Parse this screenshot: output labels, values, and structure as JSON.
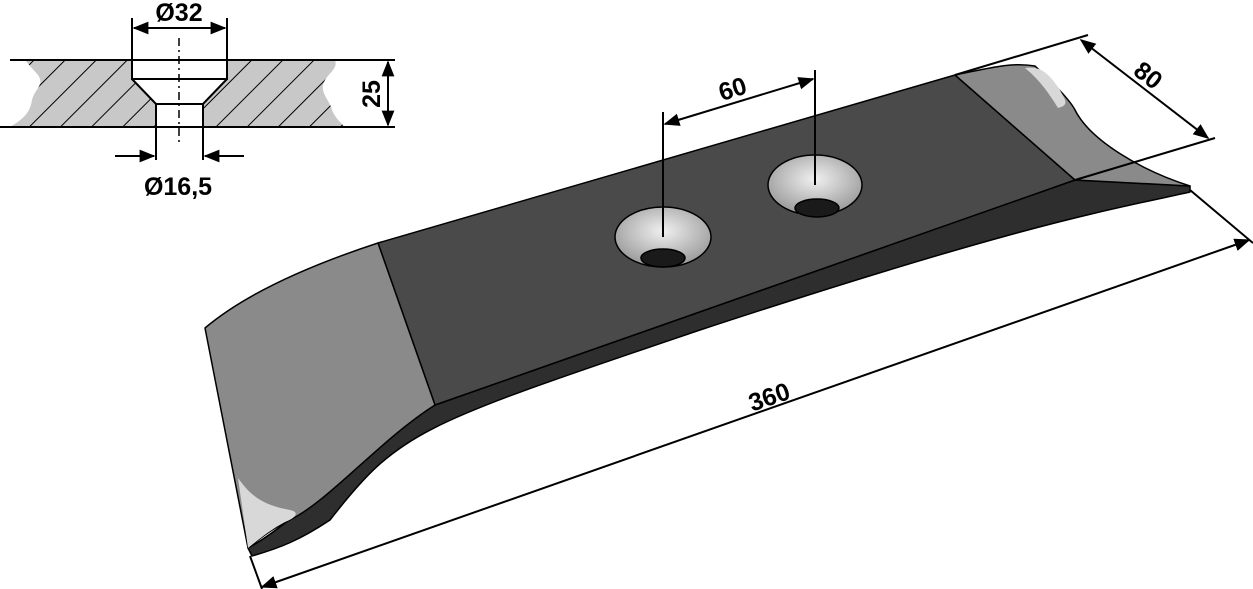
{
  "section": {
    "counterbore_diameter": "Ø32",
    "hole_diameter": "Ø16,5",
    "thickness": "25"
  },
  "blade": {
    "hole_spacing": "60",
    "width": "80",
    "length": "360"
  },
  "colors": {
    "top_face": "#4a4a4a",
    "front_face": "#2e2e2e",
    "end_face": "#8a8a8a",
    "hatch_fill": "#c8c8c8"
  }
}
